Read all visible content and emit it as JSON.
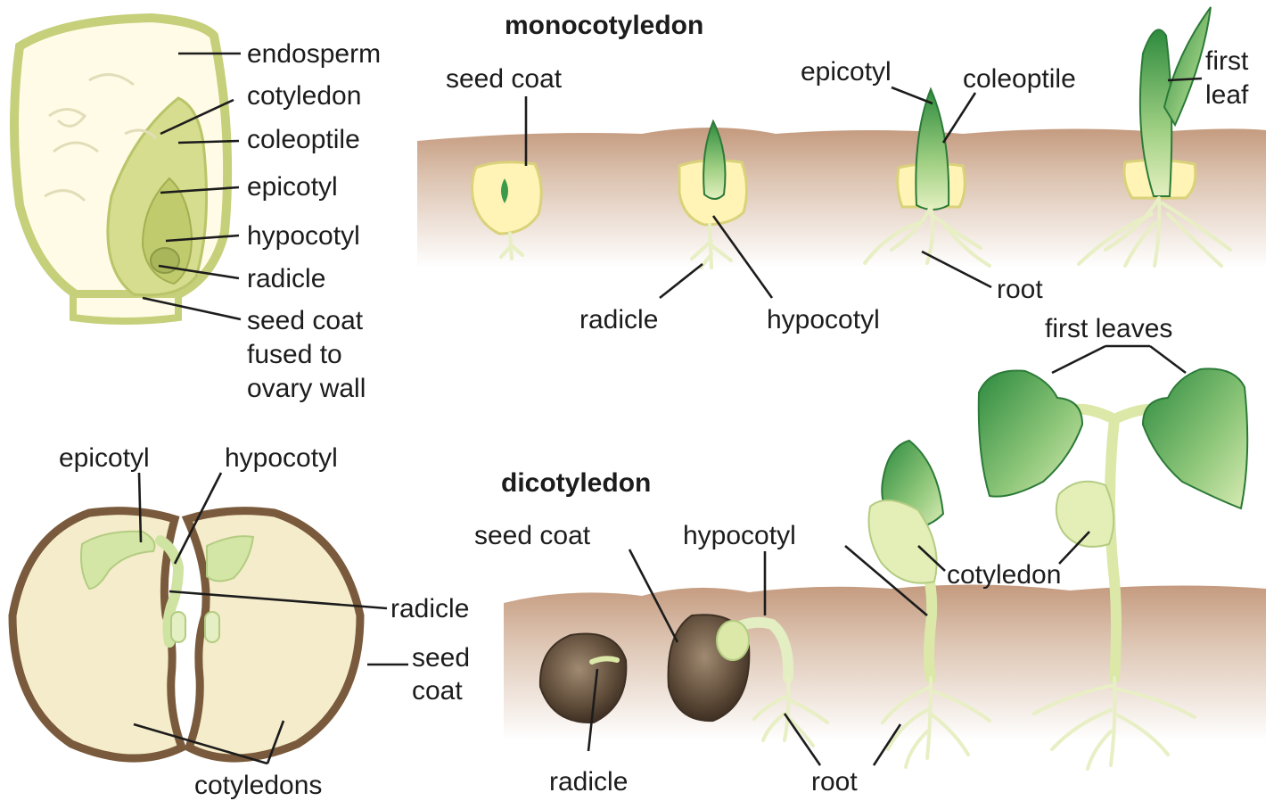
{
  "monocot": {
    "title": "monocotyledon",
    "seed_labels": {
      "endosperm": "endosperm",
      "cotyledon": "cotyledon",
      "coleoptile": "coleoptile",
      "epicotyl": "epicotyl",
      "hypocotyl": "hypocotyl",
      "radicle": "radicle",
      "seed_coat_line1": "seed coat",
      "seed_coat_line2": "fused to",
      "seed_coat_line3": "ovary wall"
    },
    "growth_labels": {
      "seed_coat": "seed coat",
      "epicotyl": "epicotyl",
      "coleoptile": "coleoptile",
      "first_leaf_line1": "first",
      "first_leaf_line2": "leaf",
      "radicle": "radicle",
      "hypocotyl": "hypocotyl",
      "root": "root"
    }
  },
  "dicot": {
    "title": "dicotyledon",
    "seed_labels": {
      "epicotyl": "epicotyl",
      "hypocotyl": "hypocotyl",
      "radicle": "radicle",
      "seed_coat_line1": "seed",
      "seed_coat_line2": "coat",
      "cotyledons": "cotyledons"
    },
    "growth_labels": {
      "first_leaves": "first leaves",
      "seed_coat": "seed coat",
      "hypocotyl": "hypocotyl",
      "cotyledon": "cotyledon",
      "radicle": "radicle",
      "root": "root"
    }
  },
  "colors": {
    "soil": "#c9a287",
    "soil_fade": "#ffffff",
    "endosperm": "#fffbe6",
    "seed_outline": "#c6cf7a",
    "embryo": "#d6dd8e",
    "green_light": "#cfe6a3",
    "green_dark": "#2f8a3e",
    "bean": "#5e4b38",
    "dicot_coat": "#7a5a3c",
    "dicot_cotyledon": "#f3ecc8"
  }
}
